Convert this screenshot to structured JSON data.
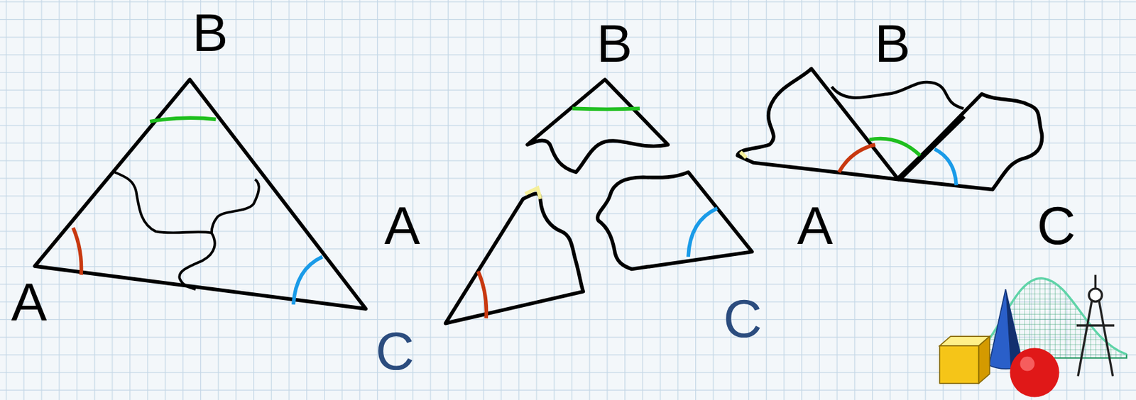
{
  "diagram": {
    "labels": [
      "B",
      "A",
      "C",
      "B",
      "A",
      "C",
      "B",
      "A",
      "C"
    ]
  }
}
